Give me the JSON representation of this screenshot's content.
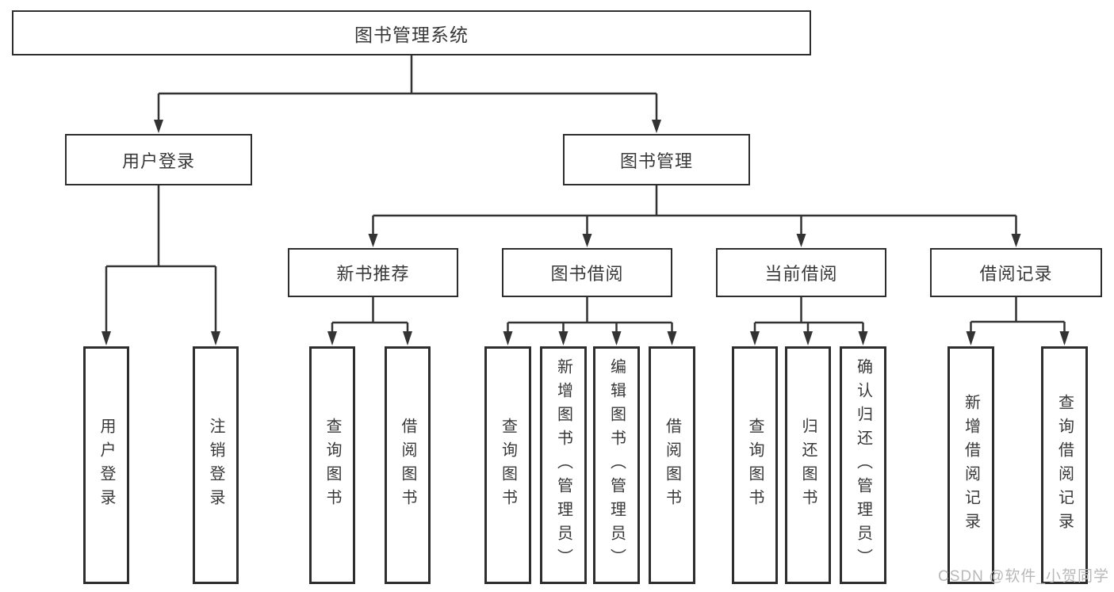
{
  "tree": {
    "root": {
      "label": "图书管理系统"
    },
    "children": [
      {
        "label": "用户登录",
        "children": [
          {
            "label": "用户登录"
          },
          {
            "label": "注销登录"
          }
        ]
      },
      {
        "label": "图书管理",
        "children": [
          {
            "label": "新书推荐",
            "children": [
              {
                "label": "查询图书"
              },
              {
                "label": "借阅图书"
              }
            ]
          },
          {
            "label": "图书借阅",
            "children": [
              {
                "label": "查询图书"
              },
              {
                "label": "新增图书（管理员）"
              },
              {
                "label": "编辑图书（管理员）"
              },
              {
                "label": "借阅图书"
              }
            ]
          },
          {
            "label": "当前借阅",
            "children": [
              {
                "label": "查询图书"
              },
              {
                "label": "归还图书"
              },
              {
                "label": "确认归还（管理员）"
              }
            ]
          },
          {
            "label": "借阅记录",
            "children": [
              {
                "label": "新增借阅记录"
              },
              {
                "label": "查询借阅记录"
              }
            ]
          }
        ]
      }
    ]
  },
  "watermark": {
    "text": "CSDN @软件_小贺同学"
  },
  "colors": {
    "line": "#333333",
    "box_border": "#2e2e2e",
    "text": "#383838",
    "watermark": "#b8b8b8",
    "background": "#ffffff"
  }
}
